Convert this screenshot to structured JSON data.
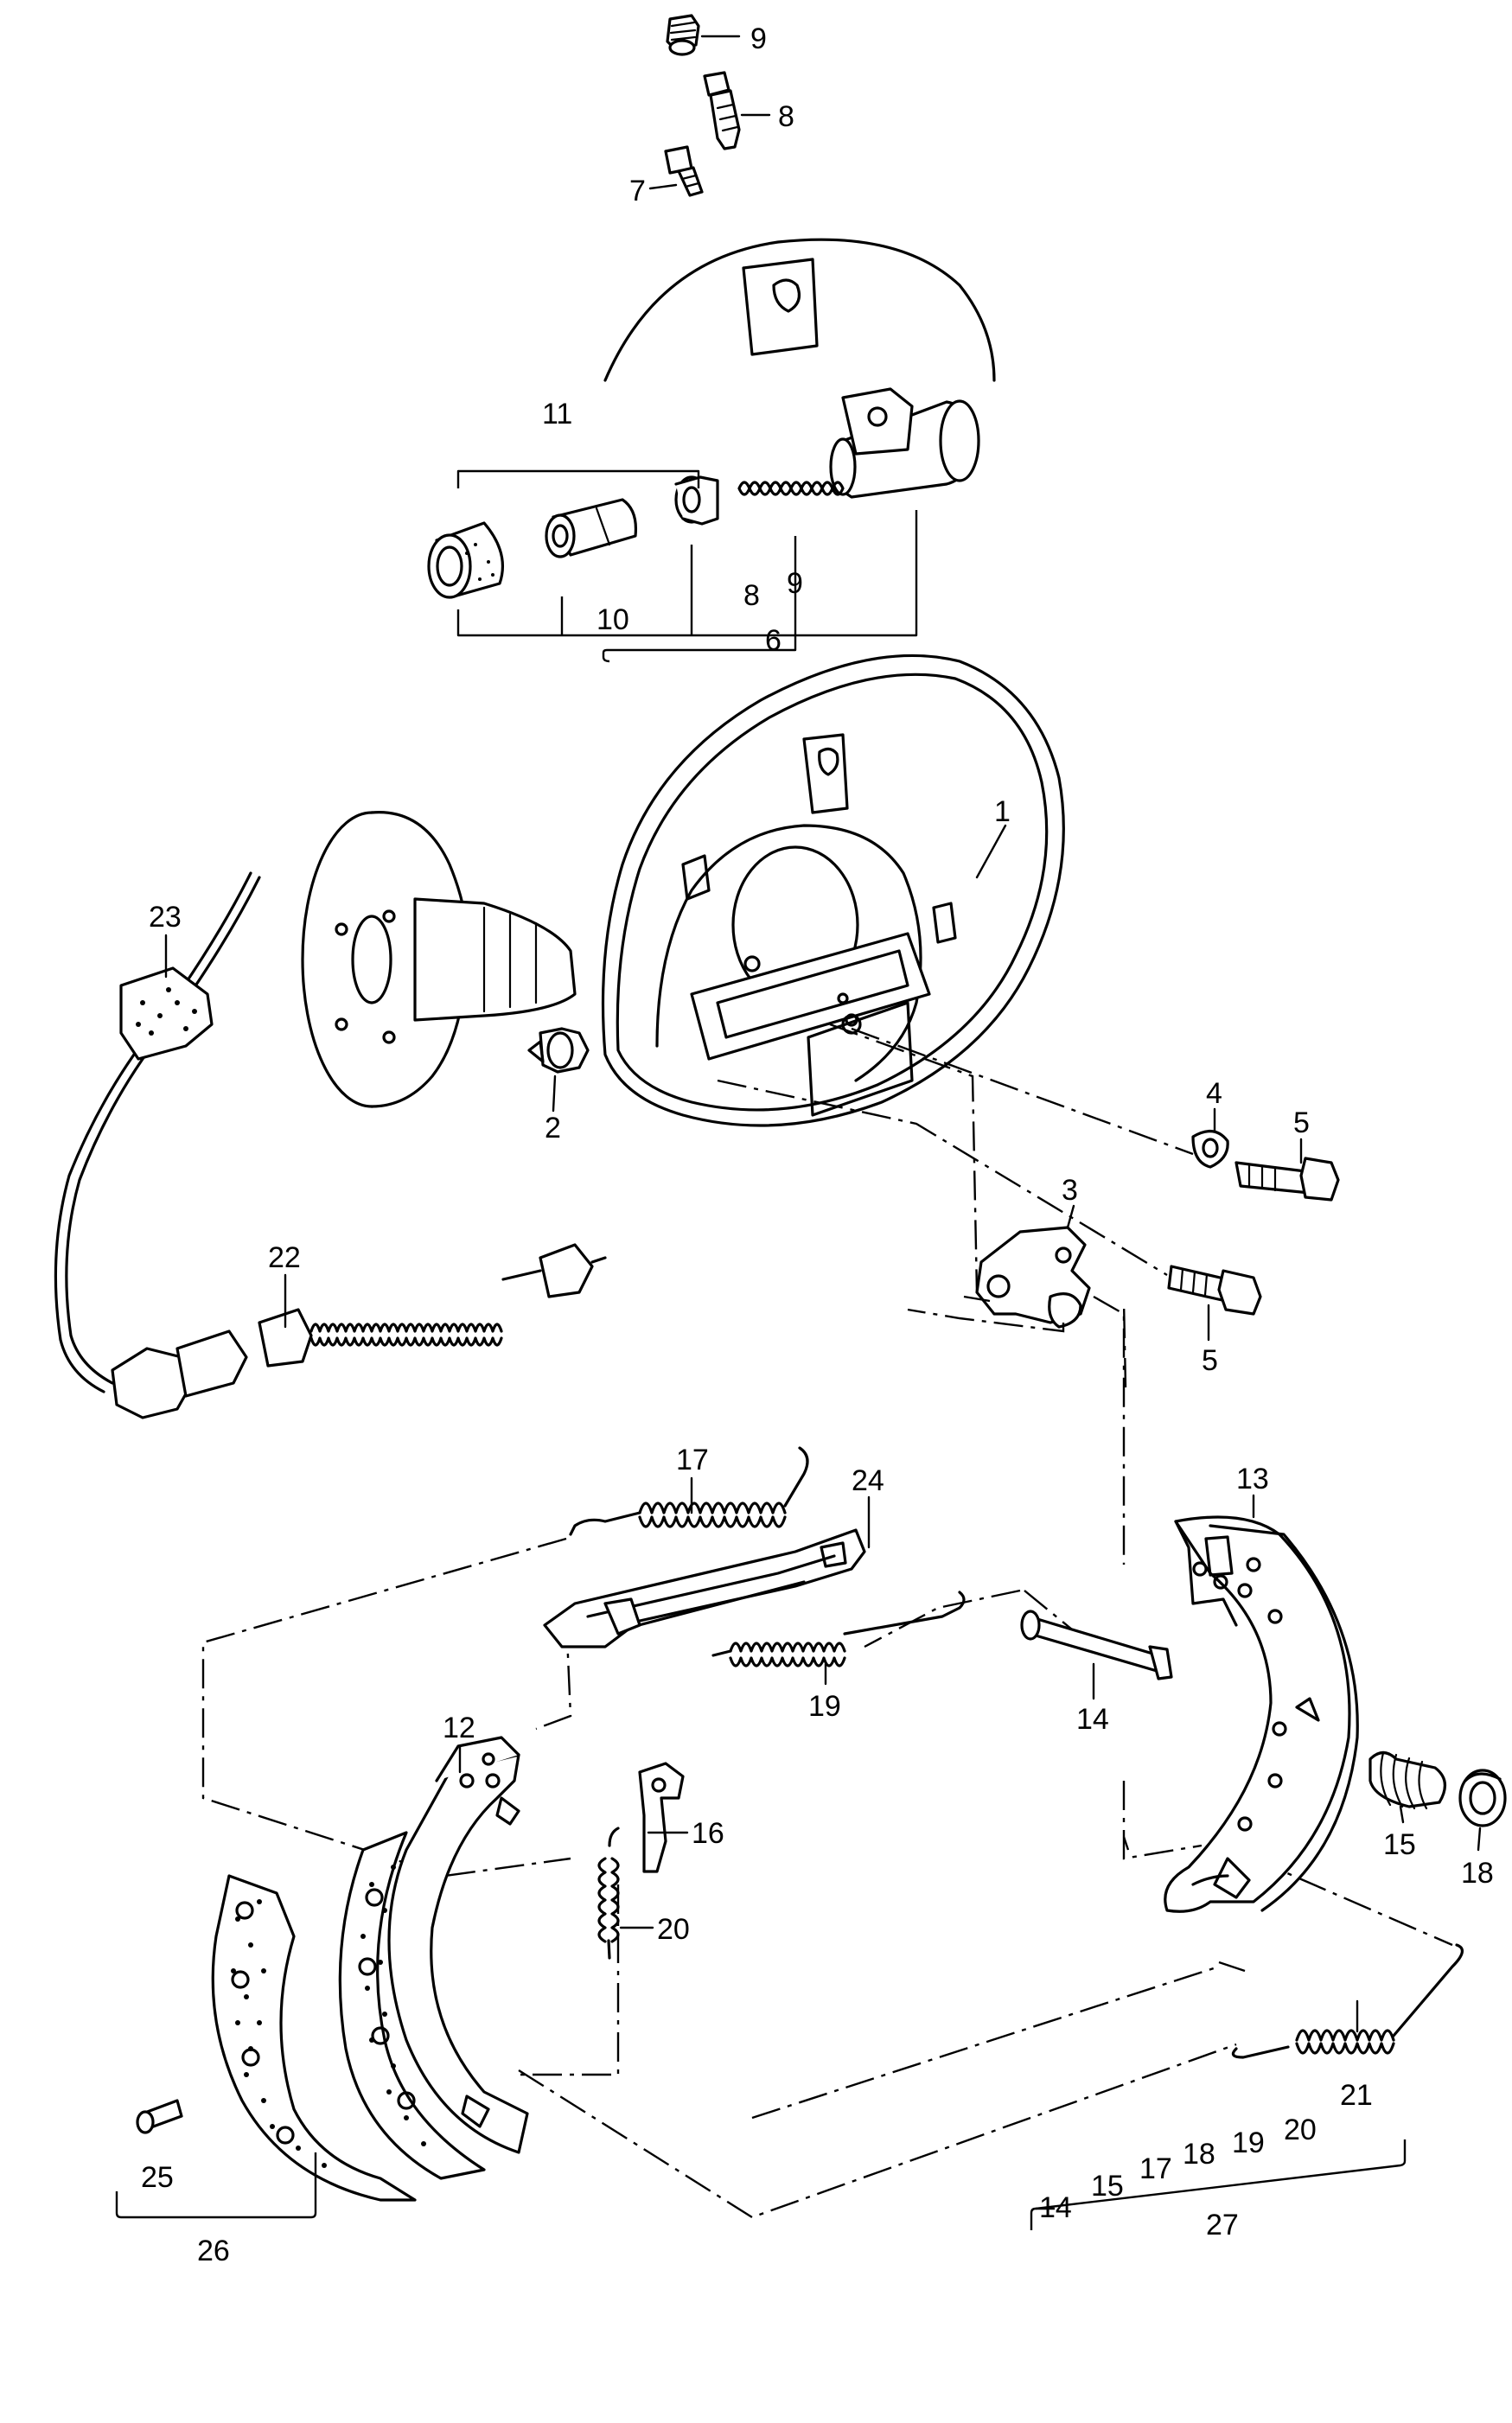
{
  "labels": {
    "n1": "1",
    "n2": "2",
    "n3": "3",
    "n4": "4",
    "n5a": "5",
    "n5b": "5",
    "n6": "6",
    "n7": "7",
    "n8a": "8",
    "n8b": "8",
    "n9a": "9",
    "n9b": "9",
    "n10": "10",
    "n11": "11",
    "n12": "12",
    "n13": "13",
    "n14a": "14",
    "n15a": "15",
    "n16": "16",
    "n17": "17",
    "n18a": "18",
    "n19": "19",
    "n20": "20",
    "n21": "21",
    "n22": "22",
    "n23": "23",
    "n24": "24",
    "n25": "25",
    "n26": "26",
    "n27": "27",
    "k14": "14",
    "k15": "15",
    "k17": "17",
    "k18": "18",
    "k19": "19",
    "k20": "20"
  }
}
